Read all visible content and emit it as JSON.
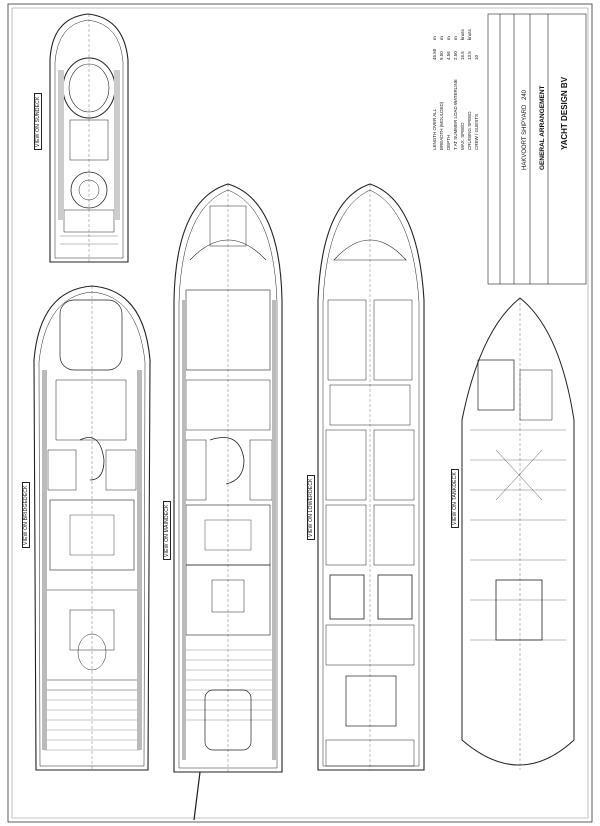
{
  "views": {
    "sundeck": "VIEW ON SUNDECK",
    "bridgedeck": "VIEW ON BRIDGEDECK",
    "maindeck": "VIEW ON MAINDECK",
    "lowerdeck": "VIEW ON LOWERDECK",
    "tankdeck": "VIEW ON TANKDECK"
  },
  "particulars": [
    {
      "label": "LENGTH OVER ALL",
      "value": "45.50",
      "unit": "m"
    },
    {
      "label": "BREADTH (MOULDED)",
      "value": "9.50",
      "unit": "m"
    },
    {
      "label": "DEPTH",
      "value": "4.56",
      "unit": "m"
    },
    {
      "label": "T AT SUMMER LOAD WATERLINE",
      "value": "2.50",
      "unit": "m"
    },
    {
      "label": "MAX. SPEED",
      "value": "16.5",
      "unit": "knots"
    },
    {
      "label": "CRUISING SPEED",
      "value": "13.5",
      "unit": "knots"
    },
    {
      "label": "CREW / GUESTS",
      "value": "10",
      "unit": ""
    }
  ],
  "title_block": {
    "yard": "HAKVOORT SHIPYARD",
    "hull_no": "240",
    "drawing_title": "GENERAL ARRANGEMENT",
    "company": "YACHT DESIGN BV"
  }
}
